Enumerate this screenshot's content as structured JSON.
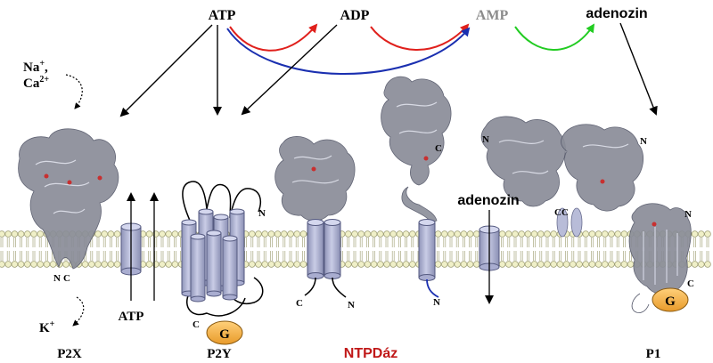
{
  "labels": {
    "atp": "ATP",
    "adp": "ADP",
    "amp": "AMP",
    "adenozin_top": "adenozin",
    "adenozin_mid": "adenozin",
    "na": "Na",
    "na_sup": "+",
    "na_comma": ",",
    "ca": "Ca",
    "ca_sup": "2+",
    "k": "K",
    "k_sup": "+",
    "atp_channel": "ATP",
    "p2x": "P2X",
    "p2y": "P2Y",
    "ntpdaz": "NTPDáz",
    "p1": "P1",
    "g_p2y": "G",
    "g_p1": "G",
    "p2x_n": "N",
    "p2x_c": "C",
    "p2y_n": "N",
    "p2y_c": "C",
    "ntpd1_c": "C",
    "ntpd1_n": "N",
    "ntpd2_c": "C",
    "ntpd2_n": "N",
    "dimer_n_left": "N",
    "dimer_n_right": "N",
    "dimer_cc": "CC",
    "p1_n": "N",
    "p1_c": "C"
  },
  "colors": {
    "red_arrow": "#e0201c",
    "blue_arrow": "#1a2fb0",
    "green_arrow": "#22cc22",
    "amp_text": "#8c8c8c",
    "ntpdaz_text": "#c01818",
    "cylinder": "#b8bcd8",
    "protein": "#8a8d98",
    "g_protein": "#f3b24a",
    "membrane_head": "#f0f0c8"
  }
}
